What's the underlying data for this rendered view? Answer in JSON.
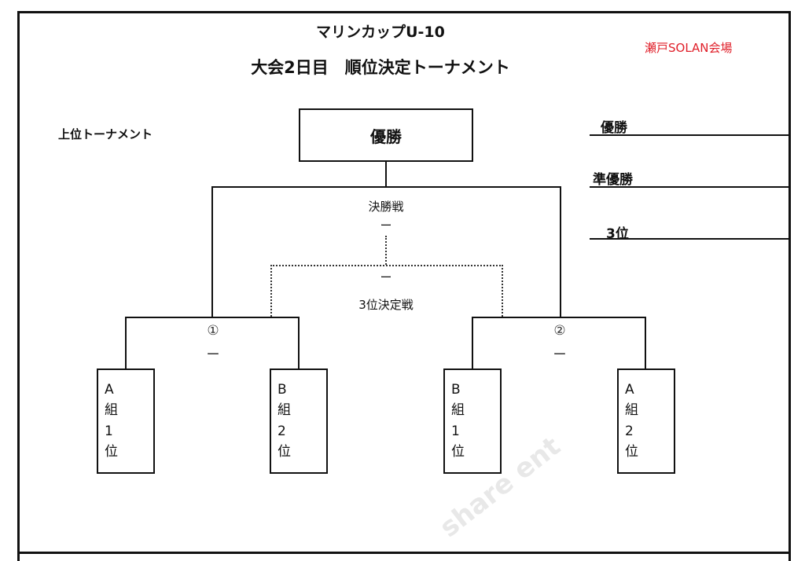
{
  "header": {
    "title_line1": "マリンカップU-10",
    "title_line2": "大会2日目　順位決定トーナメント",
    "venue": "瀬戸SOLAN会場"
  },
  "section_label": "上位トーナメント",
  "bracket": {
    "champion_box": "優勝",
    "final_label": "決勝戦",
    "final_score": "ー",
    "third_place_score": "ー",
    "third_place_label": "3位決定戦",
    "match1_num": "①",
    "match1_score": "ー",
    "match2_num": "②",
    "match2_score": "ー",
    "teams": [
      [
        "A",
        "組",
        "1",
        "位"
      ],
      [
        "B",
        "組",
        "2",
        "位"
      ],
      [
        "B",
        "組",
        "1",
        "位"
      ],
      [
        "A",
        "組",
        "2",
        "位"
      ]
    ]
  },
  "results": [
    {
      "label": "優勝"
    },
    {
      "label": "準優勝"
    },
    {
      "label": "3位"
    }
  ],
  "watermark": "share ent",
  "colors": {
    "venue": "#e0202a",
    "lines": "#111111"
  }
}
